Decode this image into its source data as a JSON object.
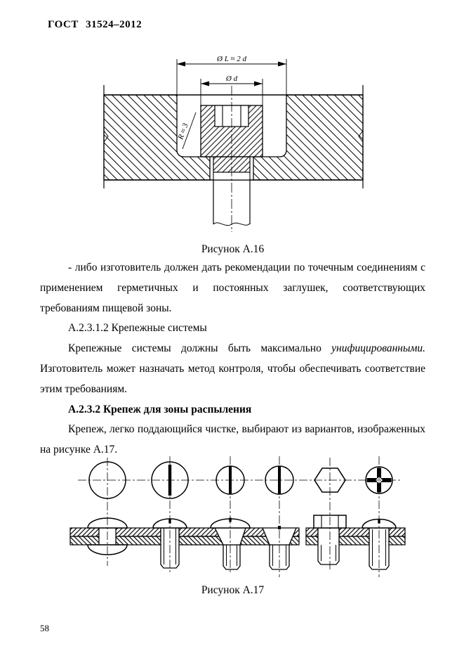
{
  "page": {
    "header": "ГОСТ 31524–2012",
    "page_number": "58"
  },
  "figure_a16": {
    "caption": "Рисунок А.16",
    "dim_outer": "Ø L ≈ 2 d",
    "dim_inner": "Ø d",
    "radius_label": "R ≈ 3",
    "description": "Section view of recessed fastener head in counterbored plate"
  },
  "paragraphs": {
    "p1": "- либо изготовитель должен дать рекомендации по точечным соединениям с применением герметичных и постоянных заглушек, соответствующих требованиям пищевой зоны.",
    "p2": "А.2.3.1.2 Крепежные системы",
    "p3_before": "Крепежные системы должны быть максимально ",
    "p3_italic": "унифицированными.",
    "p3_after": " Изготовитель может назначать метод контроля, чтобы обеспечивать соответствие этим требованиям.",
    "h232": "А.2.3.2 Крепеж для зоны распыления",
    "p4": "Крепеж, легко поддающийся чистке, выбирают из вариантов, изображенных на рисунке А.17."
  },
  "figure_a17": {
    "caption": "Рисунок А.17",
    "description": "Cleanable fastener variants: rivet, slotted pan head, slotted oval head, countersunk, hex bolt, cross-recess head"
  }
}
